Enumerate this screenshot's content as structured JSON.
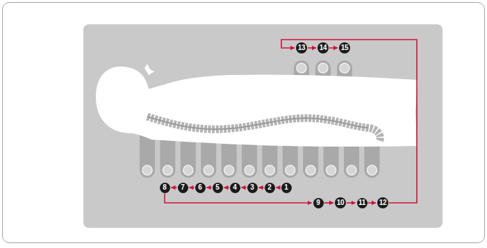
{
  "diagram": {
    "nodes": [
      {
        "text": [
          "1"
        ]
      },
      {
        "text": [
          "2"
        ]
      },
      {
        "text": [
          "3"
        ]
      },
      {
        "text": [
          "4"
        ]
      },
      {
        "text": [
          "5"
        ]
      },
      {
        "text": [
          "6"
        ]
      },
      {
        "text": [
          "7"
        ]
      },
      {
        "text": [
          "8"
        ]
      },
      {
        "text": [
          "9"
        ]
      },
      {
        "text": [
          "10"
        ]
      },
      {
        "text": [
          "11"
        ]
      },
      {
        "text": [
          "12"
        ]
      },
      {
        "text": [
          "13"
        ]
      },
      {
        "text": [
          "14"
        ]
      },
      {
        "text": [
          "15"
        ]
      }
    ],
    "edges": [
      {
        "from": 0,
        "to": 1,
        "arrow": "to"
      },
      {
        "from": 1,
        "to": 2,
        "arrow": "to"
      },
      {
        "from": 2,
        "to": 3,
        "arrow": "to"
      },
      {
        "from": 3,
        "to": 4,
        "arrow": "to"
      },
      {
        "from": 4,
        "to": 5,
        "arrow": "to"
      },
      {
        "from": 5,
        "to": 6,
        "arrow": "to"
      },
      {
        "from": 6,
        "to": 7,
        "arrow": "to"
      },
      {
        "from": 7,
        "to": 8,
        "arrow": "to"
      },
      {
        "from": 8,
        "to": 9,
        "arrow": "to"
      },
      {
        "from": 9,
        "to": 10,
        "arrow": "to"
      },
      {
        "from": 10,
        "to": 11,
        "arrow": "to"
      },
      {
        "from": 11,
        "to": 12,
        "arrow": "to"
      },
      {
        "from": 12,
        "to": 13,
        "arrow": "to"
      },
      {
        "from": 13,
        "to": 14,
        "arrow": "to"
      }
    ]
  }
}
